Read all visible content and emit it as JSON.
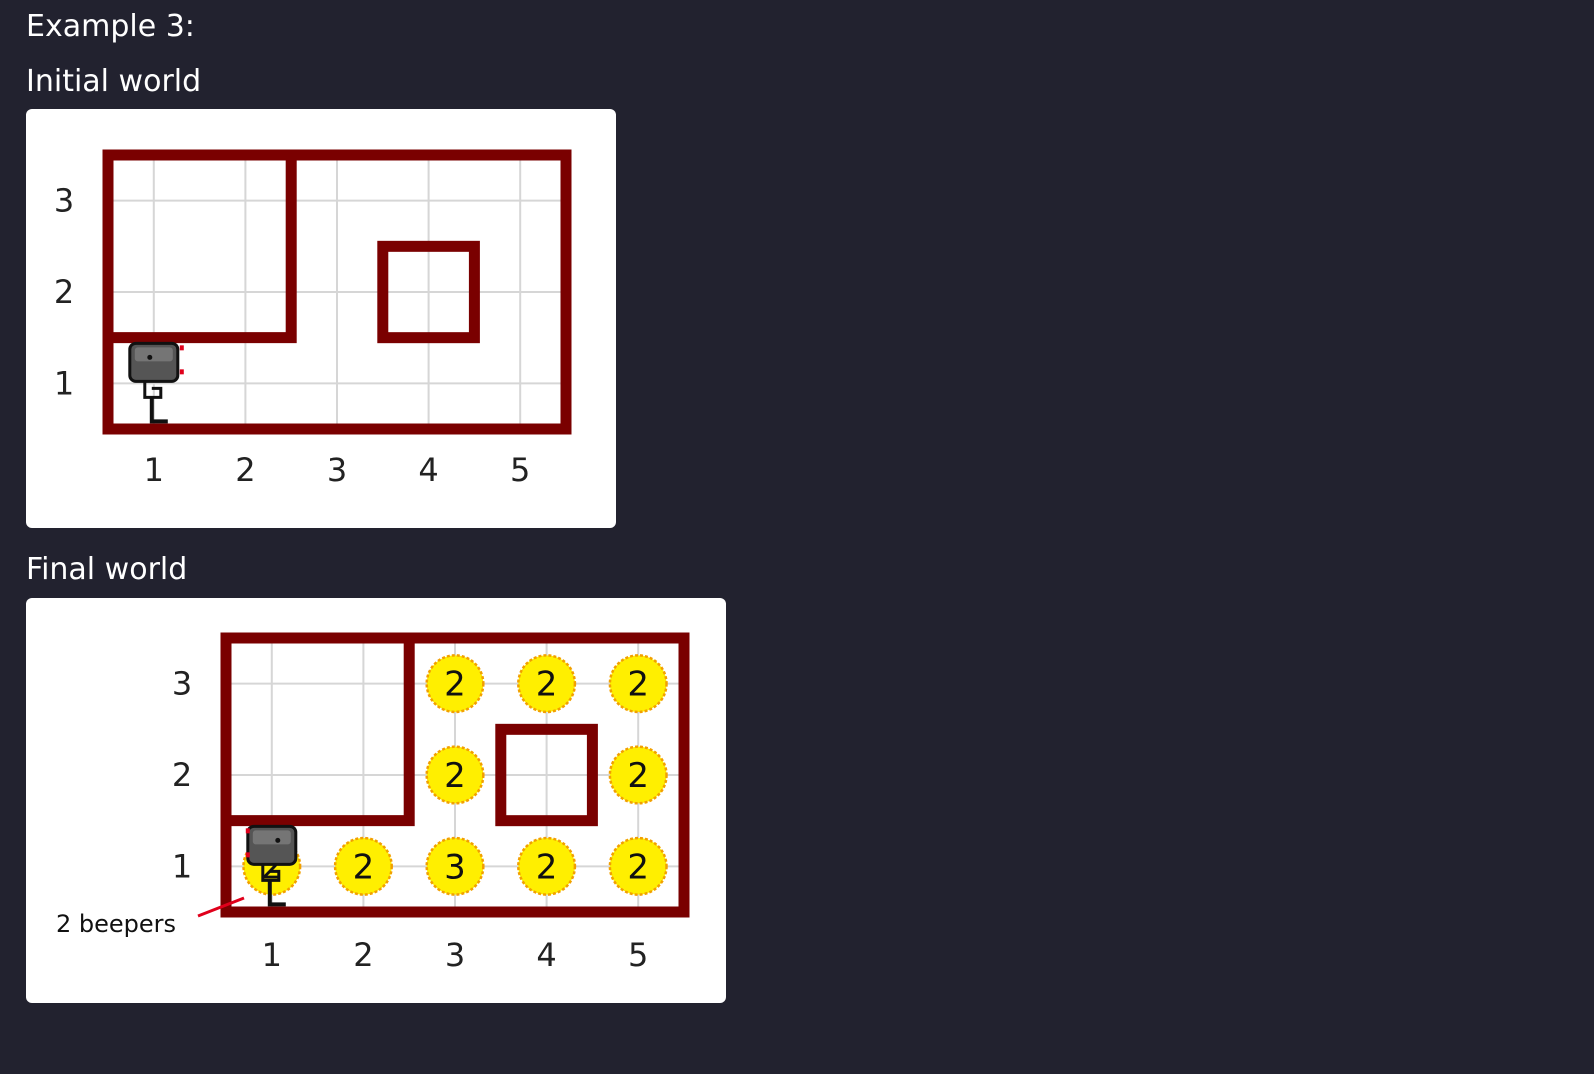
{
  "example_title": "Example 3:",
  "initial": {
    "heading": "Initial world",
    "cols": 5,
    "rows": 3,
    "x_labels": [
      "1",
      "2",
      "3",
      "4",
      "5"
    ],
    "y_labels": [
      "1",
      "2",
      "3"
    ],
    "robot": {
      "col": 1,
      "row": 1,
      "facing": "east"
    }
  },
  "final": {
    "heading": "Final world",
    "cols": 5,
    "rows": 3,
    "x_labels": [
      "1",
      "2",
      "3",
      "4",
      "5"
    ],
    "y_labels": [
      "1",
      "2",
      "3"
    ],
    "robot": {
      "col": 1,
      "row": 1,
      "facing": "west"
    },
    "beepers": [
      {
        "col": 1,
        "row": 1,
        "count": "2"
      },
      {
        "col": 2,
        "row": 1,
        "count": "2"
      },
      {
        "col": 3,
        "row": 1,
        "count": "3"
      },
      {
        "col": 4,
        "row": 1,
        "count": "2"
      },
      {
        "col": 5,
        "row": 1,
        "count": "2"
      },
      {
        "col": 3,
        "row": 2,
        "count": "2"
      },
      {
        "col": 5,
        "row": 2,
        "count": "2"
      },
      {
        "col": 3,
        "row": 3,
        "count": "2"
      },
      {
        "col": 4,
        "row": 3,
        "count": "2"
      },
      {
        "col": 5,
        "row": 3,
        "count": "2"
      }
    ],
    "callout": "2 beepers"
  },
  "colors": {
    "background": "#22222f",
    "wall": "#7a0000",
    "grid": "#d6d6d6",
    "beeper_fill": "#ffef00",
    "beeper_outline": "#f2a000",
    "robot_body": "#555555",
    "callout_line": "#e0001b"
  }
}
